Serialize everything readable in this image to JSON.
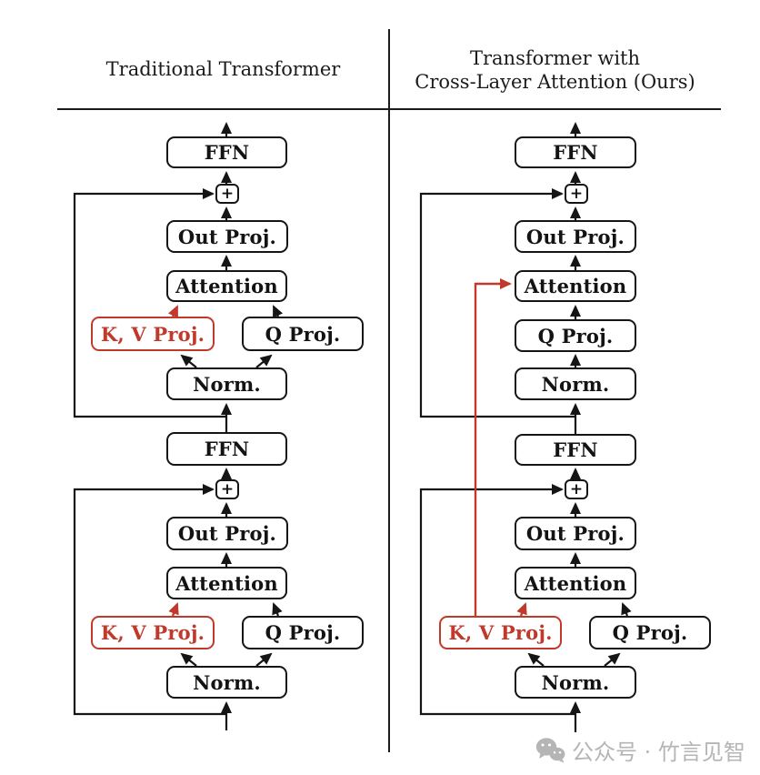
{
  "header": {
    "left_title": "Traditional Transformer",
    "right_title_line1": "Transformer with",
    "right_title_line2": "Cross-Layer Attention (Ours)"
  },
  "labels": {
    "ffn": "FFN",
    "out_proj": "Out Proj.",
    "attention": "Attention",
    "kv_proj": "K, V Proj.",
    "q_proj": "Q Proj.",
    "norm": "Norm.",
    "add": "+"
  },
  "colors": {
    "highlight_red": "#c0392b",
    "line_black": "#151515",
    "watermark_gray": "#b5b5b5"
  },
  "watermark": {
    "icon": "wechat-icon",
    "text": "公众号 · 竹言见智"
  }
}
